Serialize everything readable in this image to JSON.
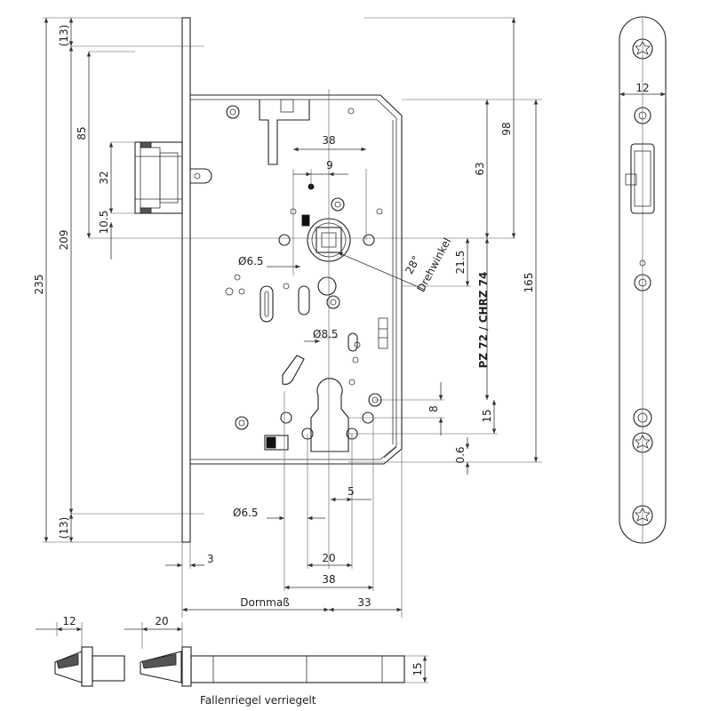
{
  "dims": {
    "d_13_top": "(13)",
    "d_85": "85",
    "d_32": "32",
    "d_10_5": "10.5",
    "d_209": "209",
    "d_235": "235",
    "d_13_bottom": "(13)",
    "d_3": "3",
    "d_38_top": "38",
    "d_9": "9",
    "d_phi6_5_top": "Ø6.5",
    "d_phi8_5": "Ø8.5",
    "d_phi6_5_bottom": "Ø6.5",
    "d_5": "5",
    "d_20": "20",
    "d_38_bottom": "38",
    "d_dornmass": "Dornmaß",
    "d_33": "33",
    "d_98": "98",
    "d_63": "63",
    "d_21_5": "21.5",
    "d_165": "165",
    "d_8": "8",
    "d_15_right": "15",
    "d_0_6": "0.6",
    "d_12_plate": "12",
    "d_12_latch": "12",
    "d_20_bolt": "20",
    "d_15_bolt": "15"
  },
  "labels": {
    "angle": "28°",
    "drehwinkel": "Drehwinkel",
    "cylinder": "PZ 72 / CHRZ 74",
    "caption": "Fallenriegel verriegelt"
  }
}
